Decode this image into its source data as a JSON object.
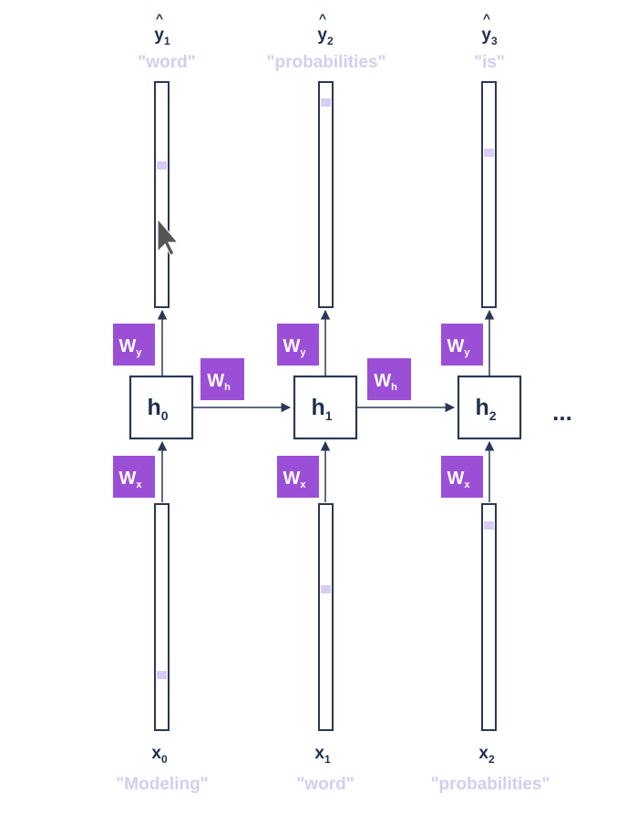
{
  "diagram": {
    "steps": [
      {
        "output": {
          "symbol": "y",
          "subscript": "1",
          "hat": "^",
          "word": "\"word\""
        },
        "hidden": {
          "symbol": "h",
          "subscript": "0"
        },
        "input": {
          "symbol": "x",
          "subscript": "0",
          "word": "\"Modeling\""
        },
        "wy": {
          "symbol": "W",
          "subscript": "y"
        },
        "wx": {
          "symbol": "W",
          "subscript": "x"
        },
        "output_tick": 0.37,
        "input_tick": 0.75
      },
      {
        "output": {
          "symbol": "y",
          "subscript": "2",
          "hat": "^",
          "word": "\"probabilities\""
        },
        "hidden": {
          "symbol": "h",
          "subscript": "1"
        },
        "input": {
          "symbol": "x",
          "subscript": "1",
          "word": "\"word\""
        },
        "wy": {
          "symbol": "W",
          "subscript": "y"
        },
        "wx": {
          "symbol": "W",
          "subscript": "x"
        },
        "output_tick": 0.09,
        "input_tick": 0.37
      },
      {
        "output": {
          "symbol": "y",
          "subscript": "3",
          "hat": "^",
          "word": "\"is\""
        },
        "hidden": {
          "symbol": "h",
          "subscript": "2"
        },
        "input": {
          "symbol": "x",
          "subscript": "2",
          "word": "\"probabilities\""
        },
        "wy": {
          "symbol": "W",
          "subscript": "y"
        },
        "wx": {
          "symbol": "W",
          "subscript": "x"
        },
        "output_tick": 0.31,
        "input_tick": 0.09
      }
    ],
    "recurrent_weights": [
      {
        "symbol": "W",
        "subscript": "h"
      },
      {
        "symbol": "W",
        "subscript": "h"
      }
    ],
    "continuation": "..."
  },
  "colors": {
    "weight_box": "#9b4fd6",
    "box_border": "#2a3856",
    "label_text": "#1e3050",
    "faded_word": "#d4cdf0"
  },
  "icons": {
    "pointer": "mouse-pointer-icon"
  }
}
